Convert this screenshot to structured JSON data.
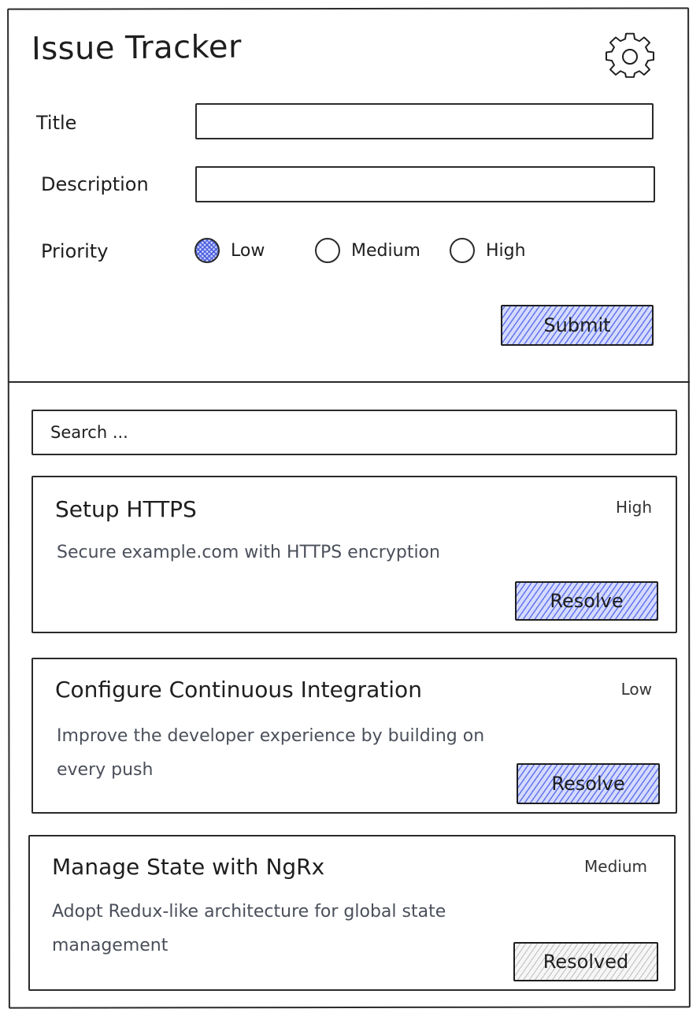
{
  "app": {
    "title": "Issue Tracker",
    "settings_icon": "gear-icon"
  },
  "form": {
    "title_label": "Title",
    "title_value": "",
    "description_label": "Description",
    "description_value": "",
    "priority_label": "Priority",
    "priority_options": [
      "Low",
      "Medium",
      "High"
    ],
    "priority_selected": "Low",
    "submit_label": "Submit"
  },
  "search": {
    "placeholder": "Search ..."
  },
  "issues": [
    {
      "title": "Setup HTTPS",
      "priority": "High",
      "description": "Secure example.com with HTTPS encryption",
      "action_label": "Resolve",
      "resolved": false
    },
    {
      "title": "Configure Continuous Integration",
      "priority": "Low",
      "description": "Improve the developer experience by building on every push",
      "action_label": "Resolve",
      "resolved": false
    },
    {
      "title": "Manage State with NgRx",
      "priority": "Medium",
      "description": "Adopt Redux-like architecture for global state management",
      "action_label": "Resolved",
      "resolved": true
    }
  ],
  "colors": {
    "accent_fill": "#d5dbff",
    "accent_hatch": "#5064e6",
    "stroke": "#2a2a2a",
    "muted_text": "#4a4f5a"
  }
}
